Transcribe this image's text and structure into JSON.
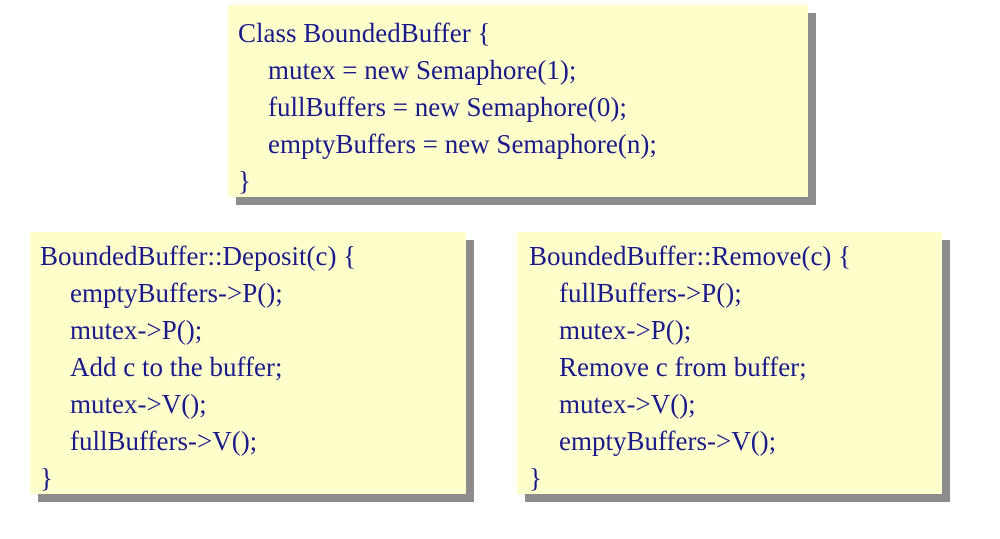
{
  "class_block": {
    "lines": [
      "Class BoundedBuffer {",
      "mutex = new Semaphore(1);",
      "fullBuffers = new Semaphore(0);",
      "emptyBuffers = new Semaphore(n);",
      "}"
    ]
  },
  "deposit_block": {
    "lines": [
      "BoundedBuffer::Deposit(c) {",
      "emptyBuffers->P();",
      "mutex->P();",
      "Add c to the buffer;",
      "mutex->V();",
      "fullBuffers->V();",
      "}"
    ]
  },
  "remove_block": {
    "lines": [
      "BoundedBuffer::Remove(c) {",
      "fullBuffers->P();",
      "mutex->P();",
      "Remove c from buffer;",
      "mutex->V();",
      "emptyBuffers->V();",
      "}"
    ]
  },
  "colors": {
    "box_background": "#ffffcc",
    "box_shadow": "#8c8c8c",
    "text": "#1a1a8c"
  }
}
